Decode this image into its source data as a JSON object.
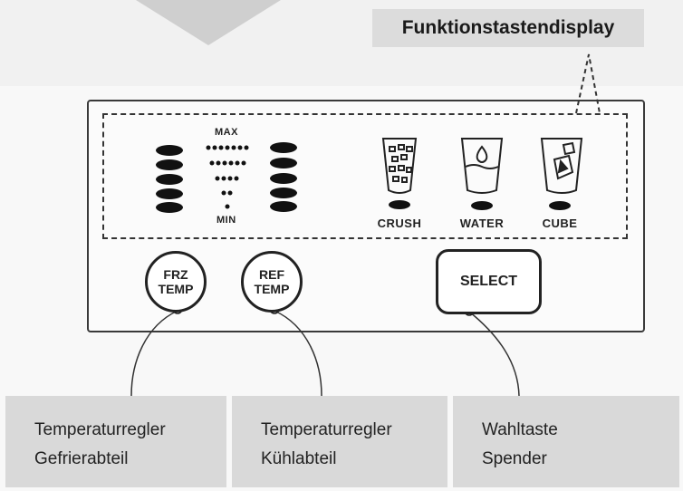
{
  "callout_title": "Funktionstastendisplay",
  "display": {
    "max_label": "MAX",
    "min_label": "MIN",
    "modes": [
      {
        "label": "CRUSH",
        "icon": "crushed-ice-glass-icon"
      },
      {
        "label": "WATER",
        "icon": "water-glass-icon"
      },
      {
        "label": "CUBE",
        "icon": "ice-cube-glass-icon"
      }
    ]
  },
  "buttons": {
    "frz": {
      "line1": "FRZ",
      "line2": "TEMP"
    },
    "ref": {
      "line1": "REF",
      "line2": "TEMP"
    },
    "select": "SELECT"
  },
  "callouts": [
    {
      "line1": "Temperaturregler",
      "line2": "Gefrierabteil"
    },
    {
      "line1": "Temperaturregler",
      "line2": "Kühlabteil"
    },
    {
      "line1": "Wahltaste",
      "line2": "Spender"
    }
  ],
  "colors": {
    "panel_border": "#3a3a3a",
    "callout_bg": "#d9d9d9",
    "led": "#111111"
  }
}
